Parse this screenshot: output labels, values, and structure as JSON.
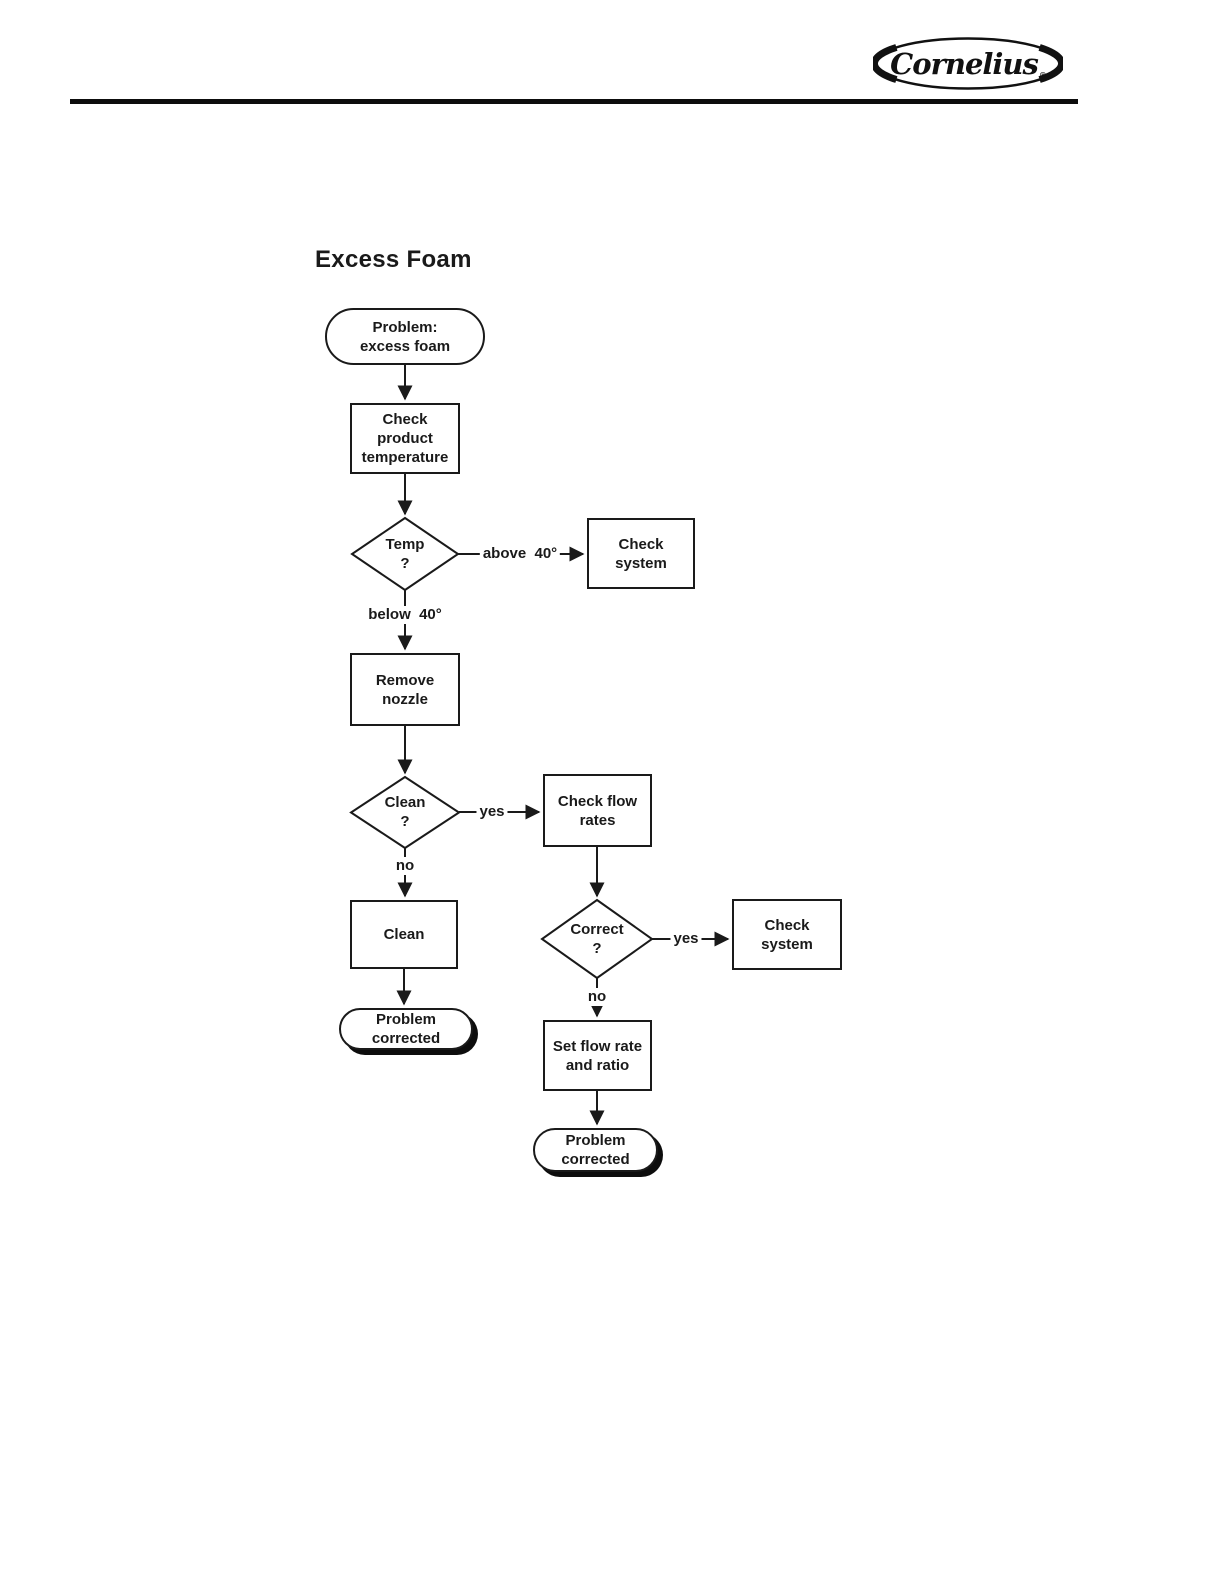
{
  "brand": {
    "logo_text": "Cornelius",
    "registered_mark": "®"
  },
  "page_title": "Excess Foam",
  "colors": {
    "ink": "#1a1a1a",
    "background": "#ffffff"
  },
  "flowchart": {
    "nodes": {
      "start": {
        "line1": "Problem:",
        "line2": "excess foam"
      },
      "check_temp": {
        "line1": "Check",
        "line2": "product",
        "line3": "temperature"
      },
      "temp_decision": {
        "line1": "Temp",
        "line2": "?"
      },
      "check_system_top": {
        "line1": "Check",
        "line2": "system"
      },
      "remove_nozzle": {
        "line1": "Remove",
        "line2": "nozzle"
      },
      "clean_decision": {
        "line1": "Clean",
        "line2": "?"
      },
      "check_flow_rates": {
        "line1": "Check flow",
        "line2": "rates"
      },
      "clean_action": {
        "line1": "Clean"
      },
      "problem_corrected_left": {
        "line1": "Problem",
        "line2": "corrected"
      },
      "correct_decision": {
        "line1": "Correct",
        "line2": "?"
      },
      "check_system_right": {
        "line1": "Check",
        "line2": "system"
      },
      "set_flow_rate": {
        "line1": "Set flow rate",
        "line2": "and ratio"
      },
      "problem_corrected_bottom": {
        "line1": "Problem",
        "line2": "corrected"
      }
    },
    "edge_labels": {
      "above_40": "above  40°",
      "below_40": "below  40°",
      "clean_yes": "yes",
      "clean_no": "no",
      "correct_yes": "yes",
      "correct_no": "no"
    },
    "connections": [
      {
        "from": "start",
        "to": "check_temp",
        "label": ""
      },
      {
        "from": "check_temp",
        "to": "temp_decision",
        "label": ""
      },
      {
        "from": "temp_decision",
        "to": "check_system_top",
        "label": "above 40°"
      },
      {
        "from": "temp_decision",
        "to": "remove_nozzle",
        "label": "below 40°"
      },
      {
        "from": "remove_nozzle",
        "to": "clean_decision",
        "label": ""
      },
      {
        "from": "clean_decision",
        "to": "check_flow_rates",
        "label": "yes"
      },
      {
        "from": "clean_decision",
        "to": "clean_action",
        "label": "no"
      },
      {
        "from": "check_flow_rates",
        "to": "correct_decision",
        "label": ""
      },
      {
        "from": "correct_decision",
        "to": "check_system_right",
        "label": "yes"
      },
      {
        "from": "correct_decision",
        "to": "set_flow_rate",
        "label": "no"
      },
      {
        "from": "clean_action",
        "to": "problem_corrected_left",
        "label": ""
      },
      {
        "from": "set_flow_rate",
        "to": "problem_corrected_bottom",
        "label": ""
      }
    ]
  }
}
